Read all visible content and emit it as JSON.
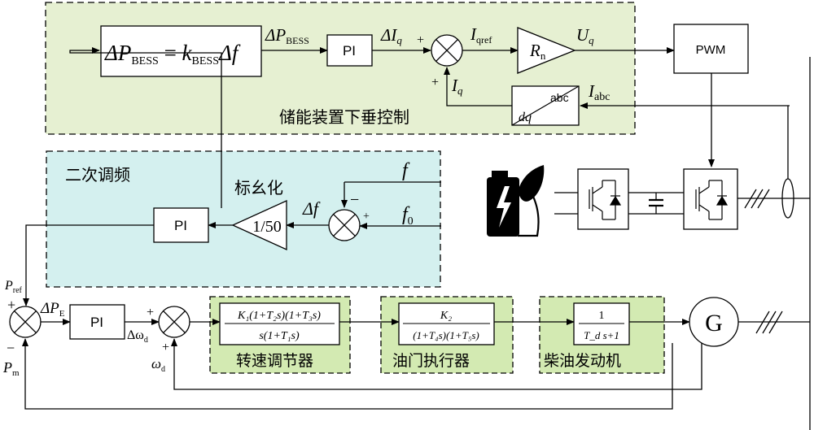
{
  "regions": {
    "droop_control": "储能装置下垂控制",
    "secondary_freq": "二次调频",
    "normalize": "标幺化",
    "speed_regulator": "转速调节器",
    "throttle_actuator": "油门执行器",
    "diesel_engine": "柴油发动机"
  },
  "blocks": {
    "pi": "PI",
    "pwm": "PWM",
    "gain_1_50": "1/50",
    "generator": "G",
    "abc": "abc",
    "dq": "dq",
    "droop_eq_lhs": "ΔP",
    "droop_eq_lhs_sub": "BESS",
    "droop_eq_eq": " = ",
    "droop_eq_k": "k",
    "droop_eq_k_sub": "BESS",
    "droop_eq_df": "Δf",
    "rn": "R",
    "rn_sub": "n",
    "tf_speed_num": "K₁(1+T₂s)(1+T₃s)",
    "tf_speed_den": "s(1+T₁s)",
    "tf_throttle_num": "K₂",
    "tf_throttle_den": "(1+T₄s)(1+T₅s)",
    "tf_engine_num": "1",
    "tf_engine_den": "T_d s+1"
  },
  "signals": {
    "dp_bess": "ΔP",
    "dp_bess_sub": "BESS",
    "d_iq": "ΔI",
    "d_iq_sub": "q",
    "iq_ref": "I",
    "iq_ref_sub": "qref",
    "uq": "U",
    "uq_sub": "q",
    "iq": "I",
    "iq_sub": "q",
    "iabc": "I",
    "iabc_sub": "abc",
    "f": "f",
    "f0": "f",
    "f0_sub": "0",
    "df": "Δf",
    "p_ref": "P",
    "p_ref_sub": "ref",
    "dp_e": "ΔP",
    "dp_e_sub": "E",
    "d_omega_d": "Δω",
    "d_omega_d_sub": "d",
    "omega_d": "ω",
    "omega_d_sub": "d",
    "p_m": "P",
    "p_m_sub": "m"
  },
  "signs": {
    "plus": "+",
    "minus": "−"
  },
  "colors": {
    "droop_bg": "#e6f0d2",
    "secondary_bg": "#d4f0ef",
    "block_bg": "#d3eab2",
    "line": "#000000"
  }
}
